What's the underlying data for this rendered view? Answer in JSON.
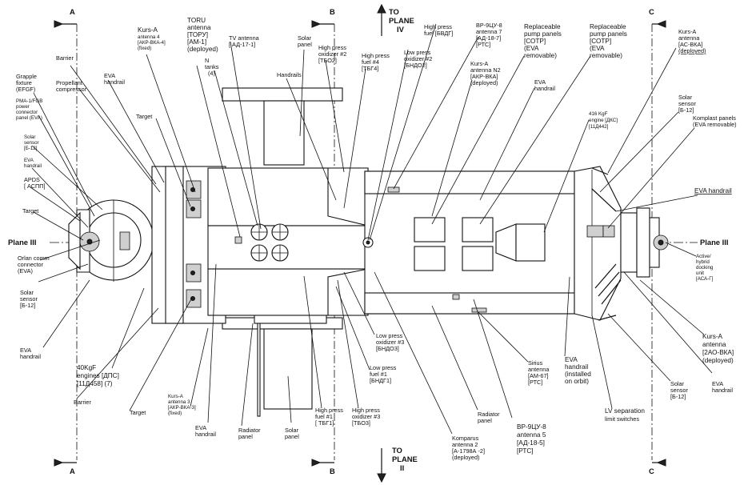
{
  "section_marks": {
    "a_top": "A",
    "a_bottom": "A",
    "b_top": "B",
    "b_bottom": "B",
    "c_top": "C",
    "c_bottom": "C"
  },
  "plane_labels": {
    "to_plane_iv": [
      "TO",
      "PLANE",
      "IV"
    ],
    "to_plane_ii": [
      "TO",
      "PLANE",
      "II"
    ],
    "plane_iii_left": "Plane III",
    "plane_iii_right": "Plane III"
  },
  "labels": {
    "barrier_top": [
      "Barrier"
    ],
    "propellant_compressor": [
      "Propellant",
      "compressor"
    ],
    "eva_handrail_top_left": [
      "EVA",
      "handrail"
    ],
    "grapple_fixture": [
      "Grapple",
      "fixture",
      "(EFGF)"
    ],
    "pma_connector": [
      "PMA-1/FGB",
      "power",
      "connector",
      "panel (EVA)"
    ],
    "solar_sensor_left": [
      "Solar",
      "sensor",
      "[Б-12]"
    ],
    "eva_handrail_left": [
      "EVA",
      "handrail"
    ],
    "apds": [
      "APDS",
      "[ АСПП]"
    ],
    "target_left": [
      "Target"
    ],
    "orlan_connector": [
      "Orlan comm",
      "connector",
      "(EVA)"
    ],
    "solar_sensor_left_low": [
      "Solar",
      "sensor",
      "[Б-12]"
    ],
    "eva_handrail_left_low": [
      "EVA",
      "handrail"
    ],
    "engines_dps": [
      "40KgF",
      "engines [ДПС]",
      "[11Д458] (7)"
    ],
    "barrier_bottom": [
      "Barrier"
    ],
    "target_bottom": [
      "Target"
    ],
    "kurs_a_3": [
      "Kurs-A",
      "antenna 3",
      "[АКР-ВКА-3]",
      "(fixed)"
    ],
    "eva_handrail_bottom": [
      "EVA",
      "handrail"
    ],
    "radiator_panel_bottom": [
      "Radiator",
      "panel"
    ],
    "solar_panel_bottom": [
      "Solar",
      "panel"
    ],
    "high_press_fuel_1": [
      "High press",
      "fuel #1",
      "[ ТБГ1]"
    ],
    "high_press_ox_3": [
      "High press",
      "oxidizer #3",
      "[ТБО3]"
    ],
    "low_press_fuel_1": [
      "Low press",
      "fuel #1",
      "[БНДГ1]"
    ],
    "low_press_ox_3": [
      "Low press",
      "oxidizer #3",
      "[БНДО3]"
    ],
    "kurs_a_4": [
      "Kurs-A",
      "antenna 4",
      "[АКР-ВКА-4]",
      "(fixed)"
    ],
    "target_top": [
      "Target"
    ],
    "toru": [
      "TORU",
      "antenna",
      "[ТОРУ]",
      "[АМ-1]",
      "(deployed)"
    ],
    "tv_antenna": [
      "TV antenna",
      "[ АД-17-1]"
    ],
    "n2_tanks": [
      "N",
      "tanks",
      "(4)"
    ],
    "handrails_top": [
      "Handrails"
    ],
    "solar_panel_top": [
      "Solar",
      "panel"
    ],
    "high_press_ox_2": [
      "High press",
      "oxidizer #2",
      "[ТБО2]"
    ],
    "high_press_fuel_4": [
      "High press",
      "fuel #4",
      "[ТБГ4]"
    ],
    "high_press_fuel_bvdg": [
      "High press",
      "fuel [БВДГ]"
    ],
    "low_press_ox_2": [
      "Low press",
      "oxidizer #2",
      "[БНДО2]"
    ],
    "vr9_antenna_7": [
      "ВР-9ЦУ-8",
      "antenna 7",
      "[АД-18-7]",
      "[РТС]"
    ],
    "kurs_a_n2": [
      "Kurs-A",
      "antenna N2",
      "[АКР-ВКА]",
      "(deployed)"
    ],
    "pump_panels_1": [
      "Replaceable",
      "pump panels",
      "[СОТР]",
      "(EVA",
      "removable)"
    ],
    "pump_panels_2": [
      "Replaceable",
      "pump panels",
      "[СОТР]",
      "(EVA",
      "removable)"
    ],
    "eva_handrail_mid": [
      "EVA",
      "handrail"
    ],
    "engine_416": [
      "416 KgF",
      "engine [ДКС]",
      "[11Д442]"
    ],
    "kurs_a_avka": [
      "Kurs-A",
      "antenna",
      "[АС-ВКА]",
      "(deployed)"
    ],
    "solar_sensor_top_right": [
      "Solar",
      "sensor",
      "[Б-12]"
    ],
    "komplast": [
      "Komplast panels",
      "(EVA removable)"
    ],
    "eva_handrail_right": [
      "EVA handrail"
    ],
    "active_hybrid": [
      "Active/",
      "hybrid",
      "docking",
      "unit",
      "[АСА-Г]"
    ],
    "kurs_a_2avka": [
      "Kurs-A",
      "antenna",
      "[2АО-ВКА]",
      "(deployed)"
    ],
    "eva_handrail_far_right": [
      "EVA",
      "handrail"
    ],
    "solar_sensor_bottom_right": [
      "Solar",
      "sensor",
      "[Б-12]"
    ],
    "lv_separation": [
      "LV separation",
      "limit switches"
    ],
    "eva_handrail_on_orbit": [
      "EVA",
      "handrail",
      "(installed",
      "on orbit)"
    ],
    "sirius_antenna": [
      "Sirius",
      "antenna",
      "[АМ-67]",
      "[РТС]"
    ],
    "vr9_antenna_5": [
      "ВР-9ЦУ-8",
      "antenna 5",
      "[АД-18-5]",
      "[РТС]"
    ],
    "radiator_panel_right": [
      "Radiator",
      "panel"
    ],
    "komparus": [
      "Komparus",
      "antenna 2",
      "[А-1798А -2]",
      "(deployed)"
    ]
  }
}
